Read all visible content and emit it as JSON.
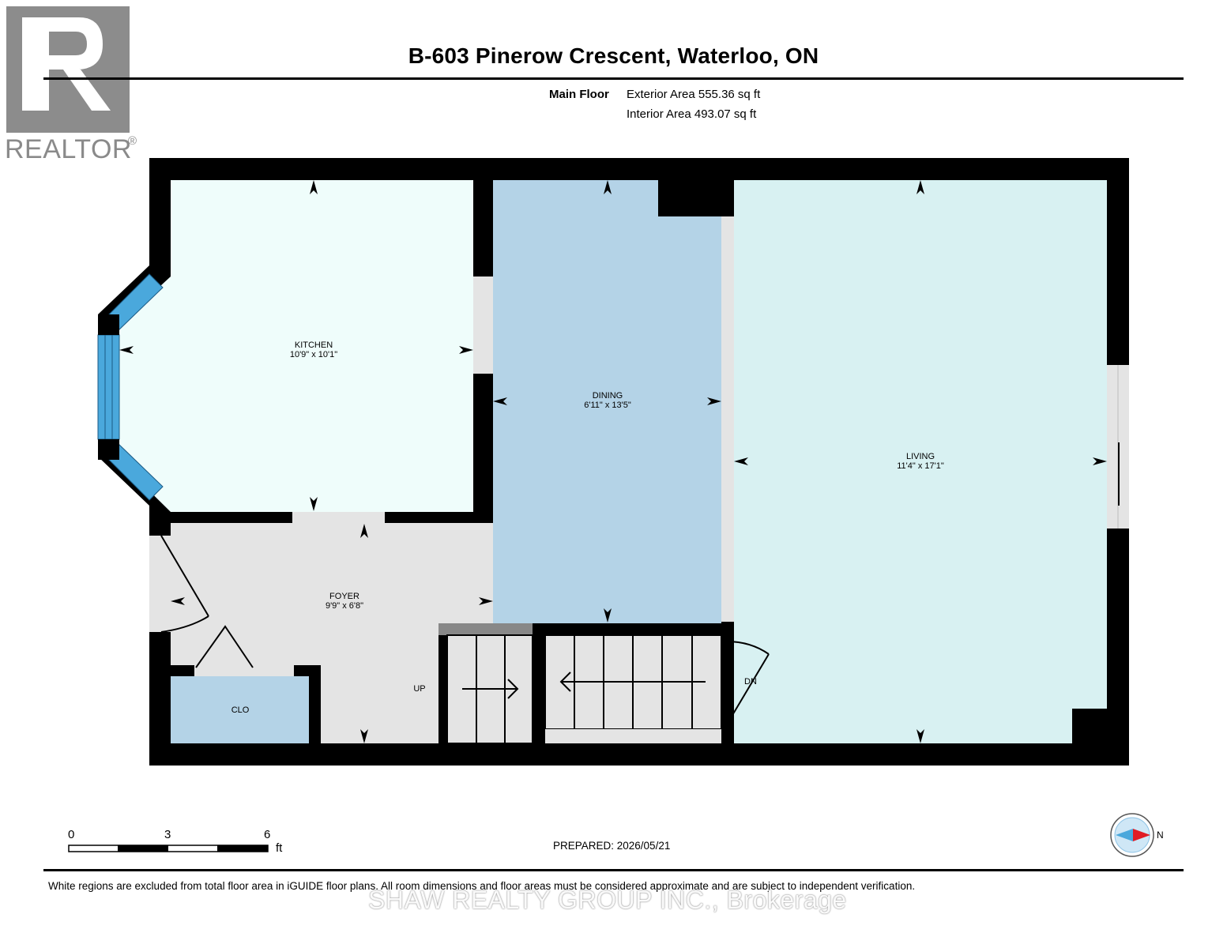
{
  "title": "B-603 Pinerow Crescent, Waterloo, ON",
  "floor": {
    "name": "Main Floor",
    "exterior_area": "Exterior Area 555.36 sq ft",
    "interior_area": "Interior Area 493.07 sq ft"
  },
  "rooms": [
    {
      "name": "KITCHEN",
      "size": "10'9\" x 10'1\""
    },
    {
      "name": "DINING",
      "size": "6'11\" x 13'5\""
    },
    {
      "name": "LIVING",
      "size": "11'4\" x 17'1\""
    },
    {
      "name": "FOYER",
      "size": "9'9\" x 6'8\""
    },
    {
      "name": "CLO",
      "size": ""
    }
  ],
  "stair_labels": {
    "up": "UP",
    "down": "DN"
  },
  "scale": {
    "ticks": [
      "0",
      "3",
      "6"
    ],
    "unit": "ft"
  },
  "compass": {
    "label": "N"
  },
  "prepared": "PREPARED: 2026/05/21",
  "disclaimer": "White regions are excluded from total floor area in iGUIDE floor plans. All room dimensions and floor areas must be considered approximate and are subject to independent verification.",
  "watermark": "SHAW REALTY GROUP INC., Brokerage",
  "logo": {
    "text": "REALTOR",
    "mark": "®"
  },
  "colors": {
    "kitchen": "#effdfb",
    "dining": "#b4d3e7",
    "living": "#d8f1f2",
    "foyer": "#e4e4e4",
    "closet": "#b4d3e7",
    "window": "#4aa8dc",
    "wall": "#000000"
  }
}
